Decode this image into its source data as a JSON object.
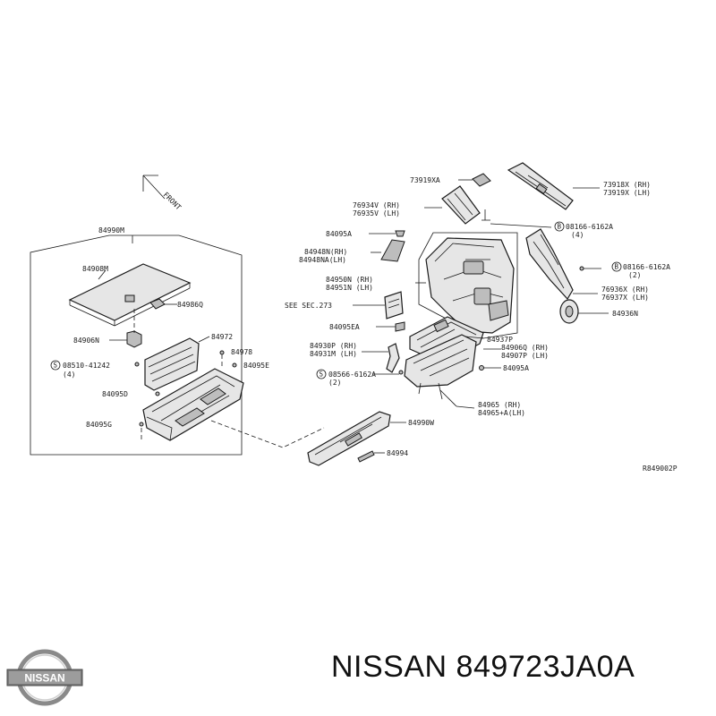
{
  "diagram": {
    "front_label": "FRONT",
    "ref_code": "R849002P",
    "labels": {
      "l_84990M": "84990M",
      "l_84908M": "84908M",
      "l_84986Q": "84986Q",
      "l_84906N": "84906N",
      "l_84972": "84972",
      "l_84978": "84978",
      "l_08510a": "08510-41242",
      "l_08510b": "(4)",
      "l_84095E": "84095E",
      "l_84095D": "84095D",
      "l_84095G": "84095G",
      "l_73919XA": "73919XA",
      "l_73918X": "73918X (RH)",
      "l_73919X": "73919X (LH)",
      "l_76934V": "76934V (RH)",
      "l_76935V": "76935V (LH)",
      "l_08166a1": "08166-6162A",
      "l_08166a2": "(4)",
      "l_84095A1": "84095A",
      "l_84948N": "84948N(RH)",
      "l_84948NA": "84948NA(LH)",
      "l_08166b1": "08166-6162A",
      "l_08166b2": "(2)",
      "l_84950N": "84950N (RH)",
      "l_84951N": "84951N (LH)",
      "l_76936X": "76936X (RH)",
      "l_76937X": "76937X (LH)",
      "l_sec273": "SEE SEC.273",
      "l_84936N": "84936N",
      "l_84095EA": "84095EA",
      "l_84937P": "84937P",
      "l_84930P": "84930P (RH)",
      "l_84931M": "84931M (LH)",
      "l_84906Q": "84906Q (RH)",
      "l_84907P": "84907P (LH)",
      "l_08566a": "08566-6162A",
      "l_08566b": "(2)",
      "l_84095A2": "84095A",
      "l_84965": "84965 (RH)",
      "l_84965A": "84965+A(LH)",
      "l_84990W": "84990W",
      "l_84994": "84994"
    },
    "circled_marks": [
      "S",
      "B",
      "B",
      "S"
    ]
  },
  "brand": {
    "logo_text": "NISSAN",
    "part_title": "NISSAN 849723JA0A"
  }
}
